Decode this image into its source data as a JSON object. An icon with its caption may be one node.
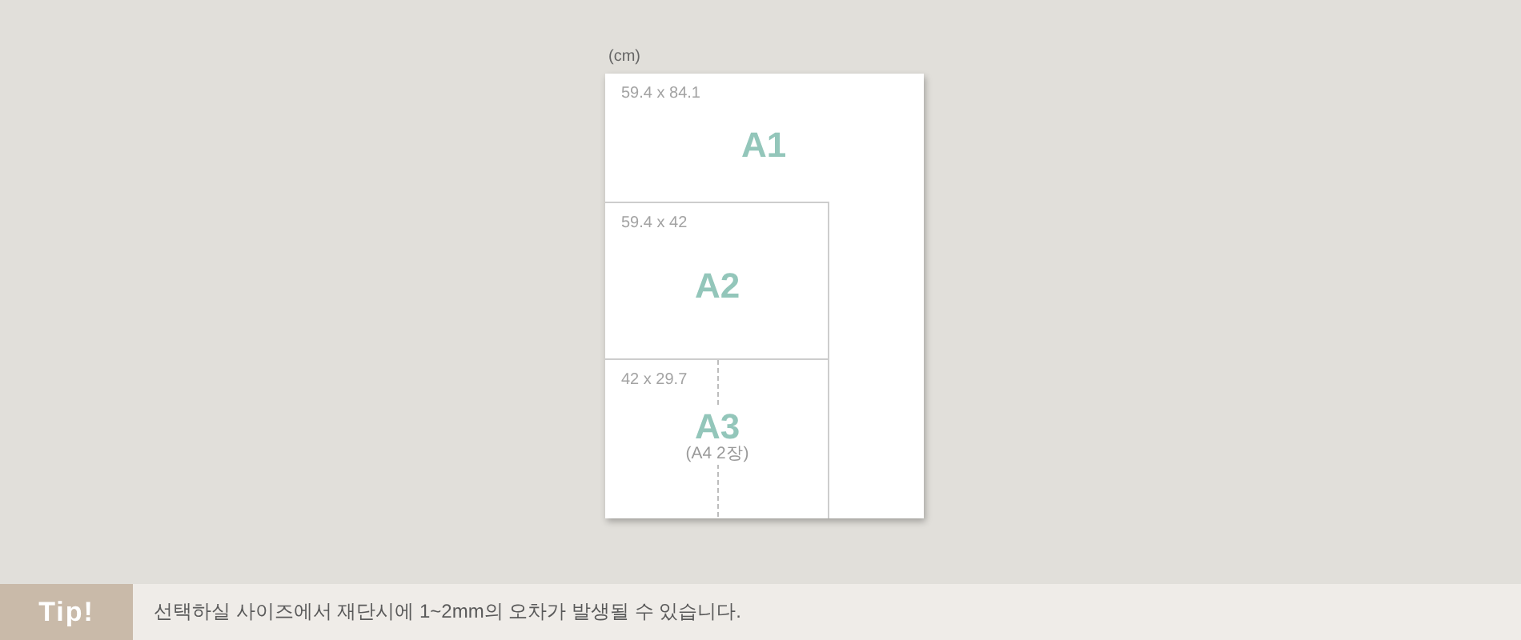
{
  "diagram": {
    "nodes": [
      {
        "text": [
          "59.4 x 84.1",
          "A1"
        ]
      },
      {
        "text": [
          "59.4 x 42",
          "A2"
        ],
        "in": 0
      },
      {
        "text": [
          "42 x 29.7",
          "A3",
          "(A4 2장)"
        ],
        "in": 0
      },
      {
        "text": [
          "Tip!"
        ]
      },
      {
        "text": [
          "선택하실 사이즈에서 재단시에 1~2mm의 오차가 발생될 수 있습니다."
        ]
      }
    ],
    "labels": [
      "(cm)"
    ]
  }
}
